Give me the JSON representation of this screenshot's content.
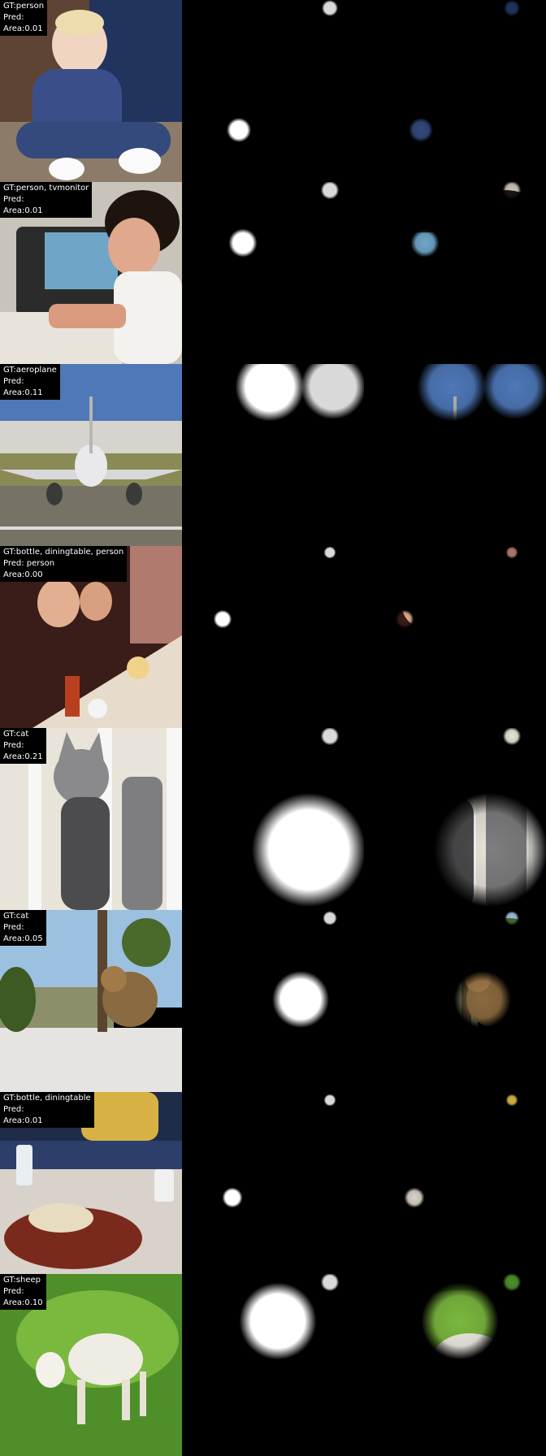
{
  "rows": [
    {
      "gt_label": "GT:",
      "gt": "person",
      "pred_label": "Pred:",
      "pred": "",
      "area_label": "Area:",
      "area": "0.01",
      "scene": "baby",
      "colors": {
        "bg": "#5d4434",
        "main": "#3a4f8a",
        "accent": "#f1dcc7",
        "dark": "#1a2230"
      }
    },
    {
      "gt_label": "GT:",
      "gt": "person, tvmonitor",
      "pred_label": "Pred:",
      "pred": "",
      "area_label": "Area:",
      "area": "0.01",
      "scene": "computer",
      "colors": {
        "bg": "#c9c4ba",
        "main": "#f4f2ee",
        "accent": "#2b2b2b",
        "dark": "#1a1410"
      }
    },
    {
      "gt_label": "GT:",
      "gt": "aeroplane",
      "pred_label": "Pred:",
      "pred": "",
      "area_label": "Area:",
      "area": "0.11",
      "scene": "airplane",
      "colors": {
        "bg": "#4e78b8",
        "main": "#e9e9ec",
        "accent": "#777266",
        "dark": "#3a3a3a"
      }
    },
    {
      "gt_label": "GT:",
      "gt": "bottle, diningtable, person",
      "pred_label": "Pred:",
      "pred": "person",
      "area_label": "Area:",
      "area": "0.00",
      "scene": "dinner",
      "colors": {
        "bg": "#3a1c18",
        "main": "#e7dccb",
        "accent": "#c08870",
        "dark": "#1a0e0c"
      }
    },
    {
      "gt_label": "GT:",
      "gt": "cat",
      "pred_label": "Pred:",
      "pred": "",
      "area_label": "Area:",
      "area": "0.21",
      "scene": "cat-window",
      "colors": {
        "bg": "#e9e4da",
        "main": "#8a8a8c",
        "accent": "#f7f7f7",
        "dark": "#4c4c4e"
      }
    },
    {
      "gt_label": "GT:",
      "gt": "cat",
      "pred_label": "Pred:",
      "pred": "",
      "area_label": "Area:",
      "area": "0.05",
      "scene": "cat-plant",
      "colors": {
        "bg": "#9cc0e0",
        "main": "#8a6a40",
        "accent": "#e6e4e0",
        "dark": "#3c5a22"
      }
    },
    {
      "gt_label": "GT:",
      "gt": "bottle, diningtable",
      "pred_label": "Pred:",
      "pred": "",
      "area_label": "Area:",
      "area": "0.01",
      "scene": "food",
      "colors": {
        "bg": "#1f2c48",
        "main": "#d7b144",
        "accent": "#7a2a1c",
        "dark": "#141414"
      }
    },
    {
      "gt_label": "GT:",
      "gt": "sheep",
      "pred_label": "Pred:",
      "pred": "",
      "area_label": "Area:",
      "area": "0.10",
      "scene": "sheep",
      "colors": {
        "bg": "#4f8f2a",
        "main": "#efece4",
        "accent": "#7bb83e",
        "dark": "#2e5a18"
      }
    }
  ]
}
